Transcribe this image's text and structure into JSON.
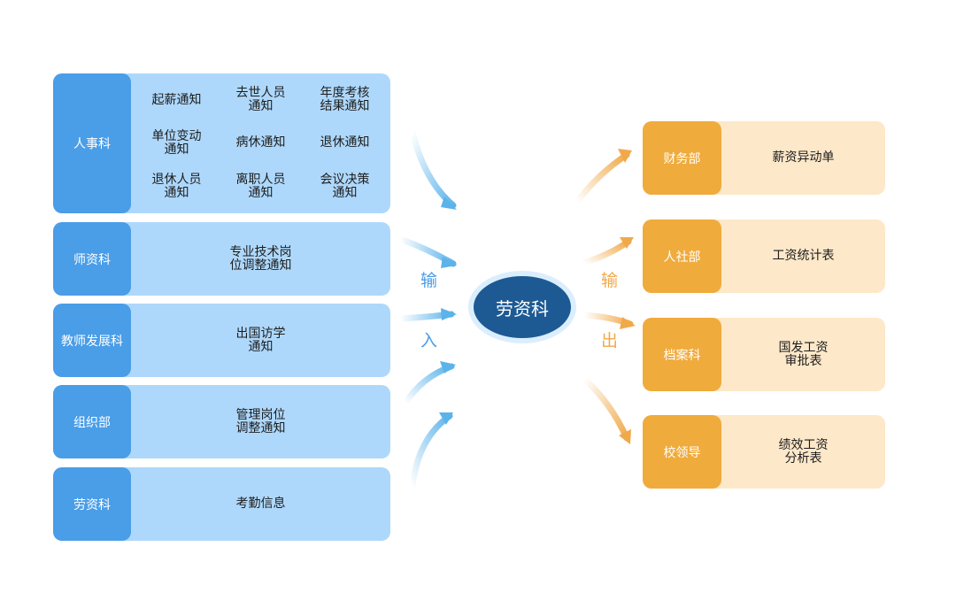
{
  "center": {
    "label": "劳资科"
  },
  "input_label": [
    "输",
    "入"
  ],
  "output_label": [
    "输",
    "出"
  ],
  "inputs": [
    {
      "head": "人事科",
      "items": [
        "起薪通知",
        "去世人员\n通知",
        "年度考核\n结果通知",
        "单位变动\n通知",
        "病休通知",
        "退休通知",
        "退休人员\n通知",
        "离职人员\n通知",
        "会议决策\n通知"
      ]
    },
    {
      "head": "师资科",
      "text": "专业技术岗\n位调整通知"
    },
    {
      "head": "教师发展科",
      "text": "出国访学\n通知"
    },
    {
      "head": "组织部",
      "text": "管理岗位\n调整通知"
    },
    {
      "head": "劳资科",
      "text": "考勤信息"
    }
  ],
  "outputs": [
    {
      "head": "财务部",
      "text": "薪资异动单"
    },
    {
      "head": "人社部",
      "text": "工资统计表"
    },
    {
      "head": "档案科",
      "text": "国发工资\n审批表"
    },
    {
      "head": "校领导",
      "text": "绩效工资\n分析表"
    }
  ],
  "colors": {
    "input_head": "#4a9de7",
    "input_body": "#aed8fb",
    "output_head": "#f0ab3d",
    "output_body": "#fde8c9",
    "center": "#1d5a94",
    "input_arrow": "#5bb3ea",
    "output_arrow": "#f0a94a"
  }
}
